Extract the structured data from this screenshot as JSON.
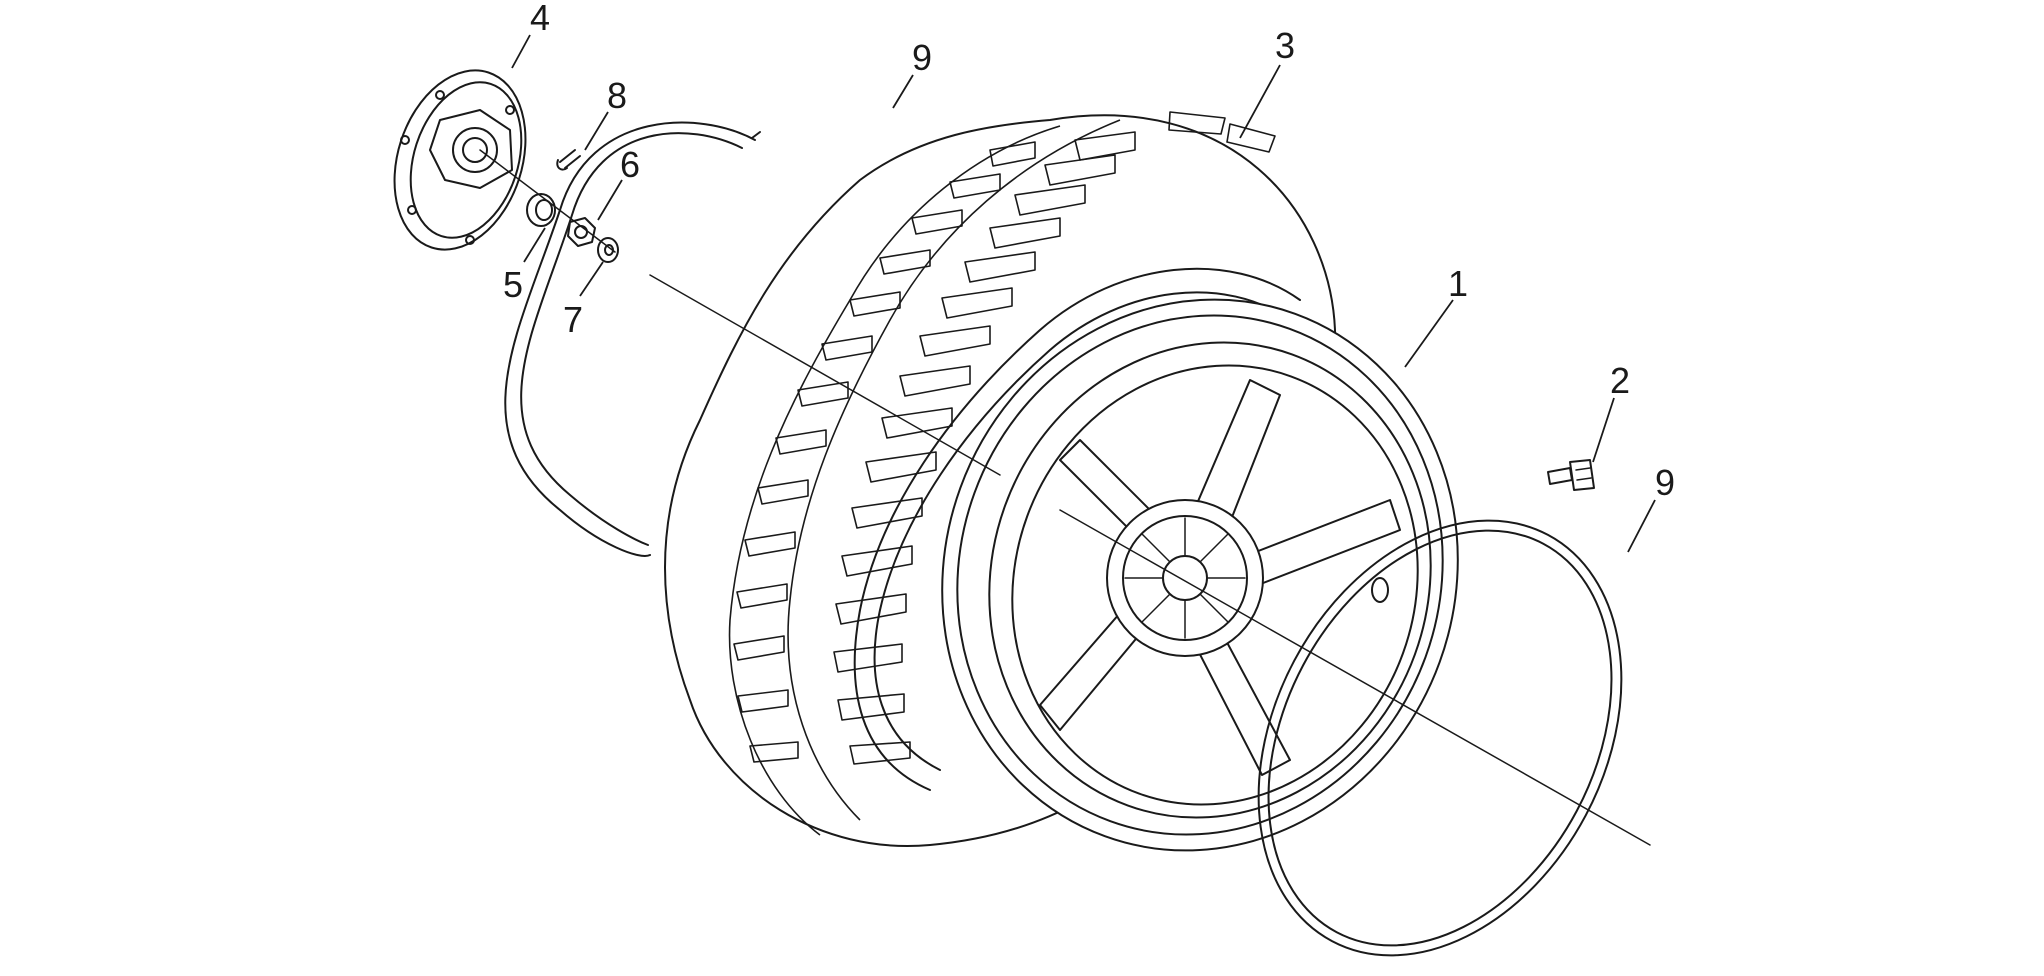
{
  "diagram": {
    "callouts": [
      {
        "id": "1",
        "label": "1"
      },
      {
        "id": "2",
        "label": "2"
      },
      {
        "id": "3",
        "label": "3"
      },
      {
        "id": "4",
        "label": "4"
      },
      {
        "id": "5",
        "label": "5"
      },
      {
        "id": "6",
        "label": "6"
      },
      {
        "id": "7",
        "label": "7"
      },
      {
        "id": "8",
        "label": "8"
      },
      {
        "id": "9a",
        "label": "9"
      },
      {
        "id": "9b",
        "label": "9"
      }
    ]
  }
}
